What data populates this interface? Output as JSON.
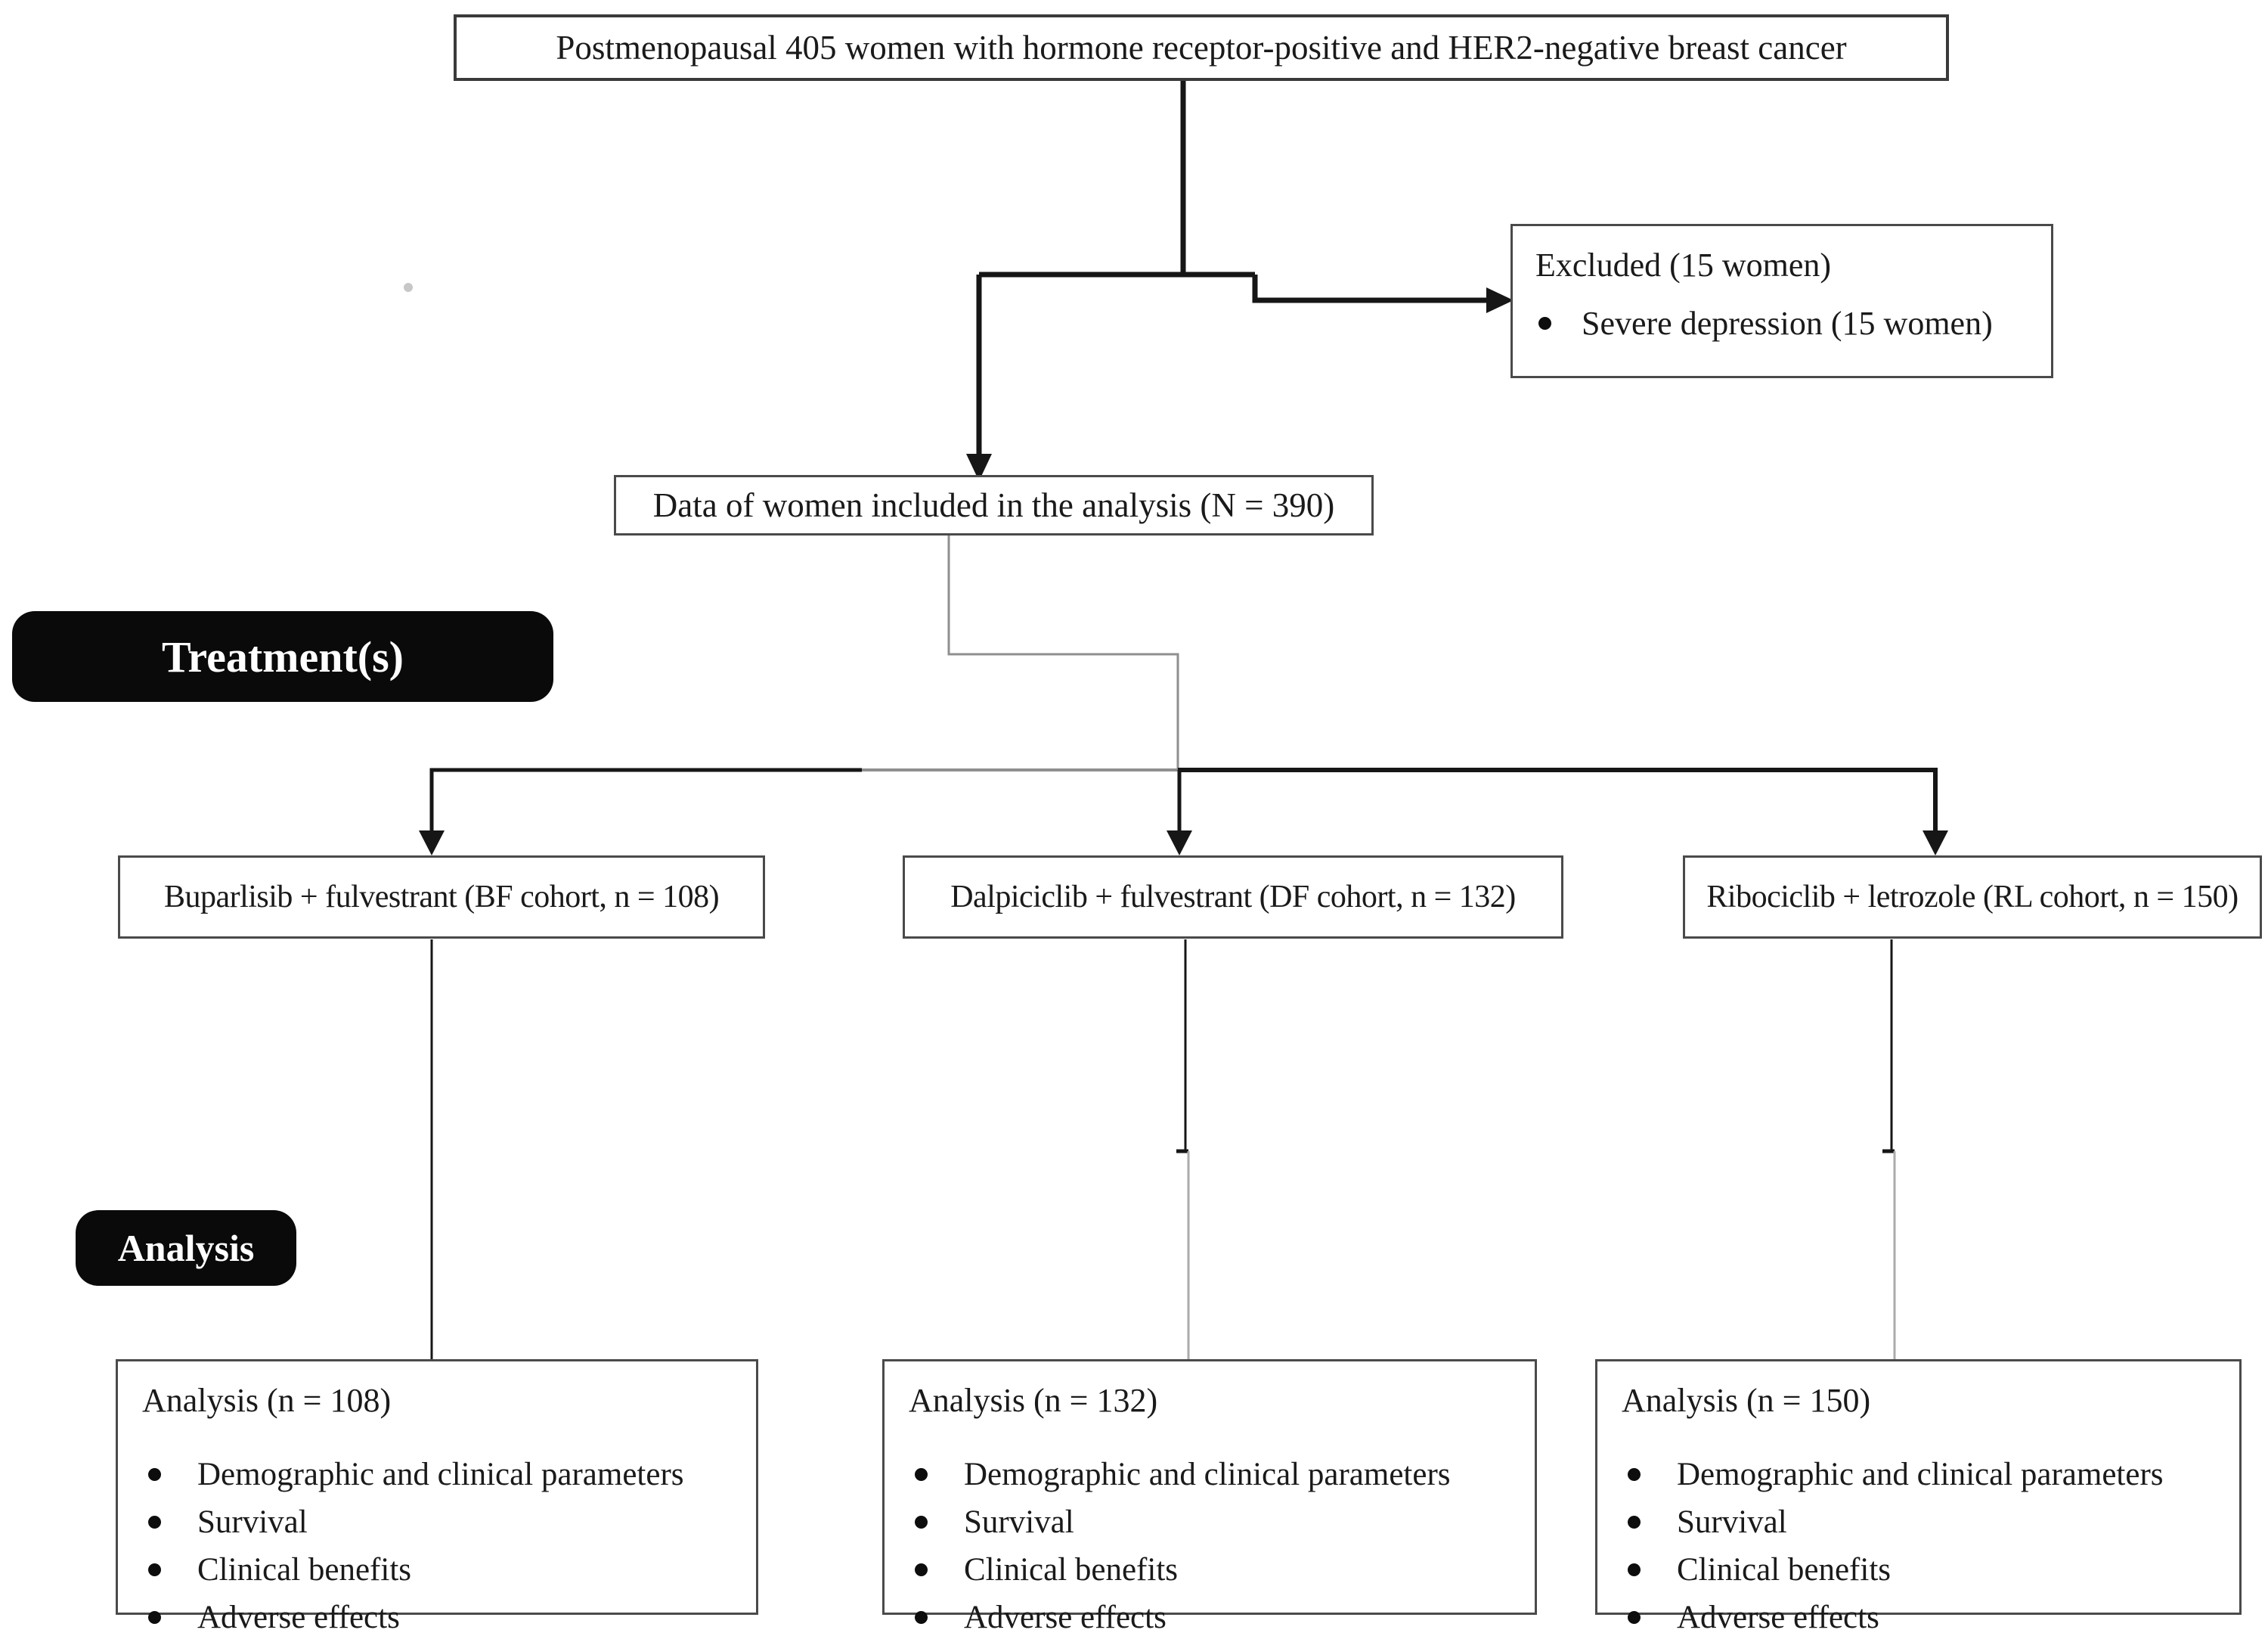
{
  "figure": {
    "top_box": "Postmenopausal 405 women with hormone receptor-positive and HER2-negative breast cancer",
    "excluded_box": {
      "title": "Excluded (15 women)",
      "items": [
        "Severe depression (15 women)"
      ]
    },
    "included_box": "Data of women included in the analysis (N = 390)",
    "stage_labels": {
      "treatment": "Treatment(s)",
      "analysis": "Analysis"
    },
    "cohort_boxes": [
      {
        "label": "Buparlisib + fulvestrant (BF cohort, n = 108)"
      },
      {
        "label": "Dalpiciclib + fulvestrant (DF cohort, n = 132)"
      },
      {
        "label": "Ribociclib + letrozole (RL cohort, n = 150)"
      }
    ],
    "analysis_boxes": [
      {
        "title": "Analysis (n = 108)",
        "items": [
          "Demographic and clinical parameters",
          "Survival",
          "Clinical benefits",
          "Adverse effects"
        ]
      },
      {
        "title": "Analysis (n = 132)",
        "items": [
          "Demographic and clinical parameters",
          "Survival",
          "Clinical benefits",
          "Adverse effects"
        ]
      },
      {
        "title": "Analysis (n = 150)",
        "items": [
          "Demographic and clinical parameters",
          "Survival",
          "Clinical benefits",
          "Adverse effects"
        ]
      }
    ]
  },
  "colors": {
    "line_dark": "#161616",
    "line_gray": "#8f8f8f",
    "line_light": "#ababab",
    "box_border": "#4a4a4a",
    "label_bg": "#0a0a0a",
    "label_text": "#ffffff"
  }
}
